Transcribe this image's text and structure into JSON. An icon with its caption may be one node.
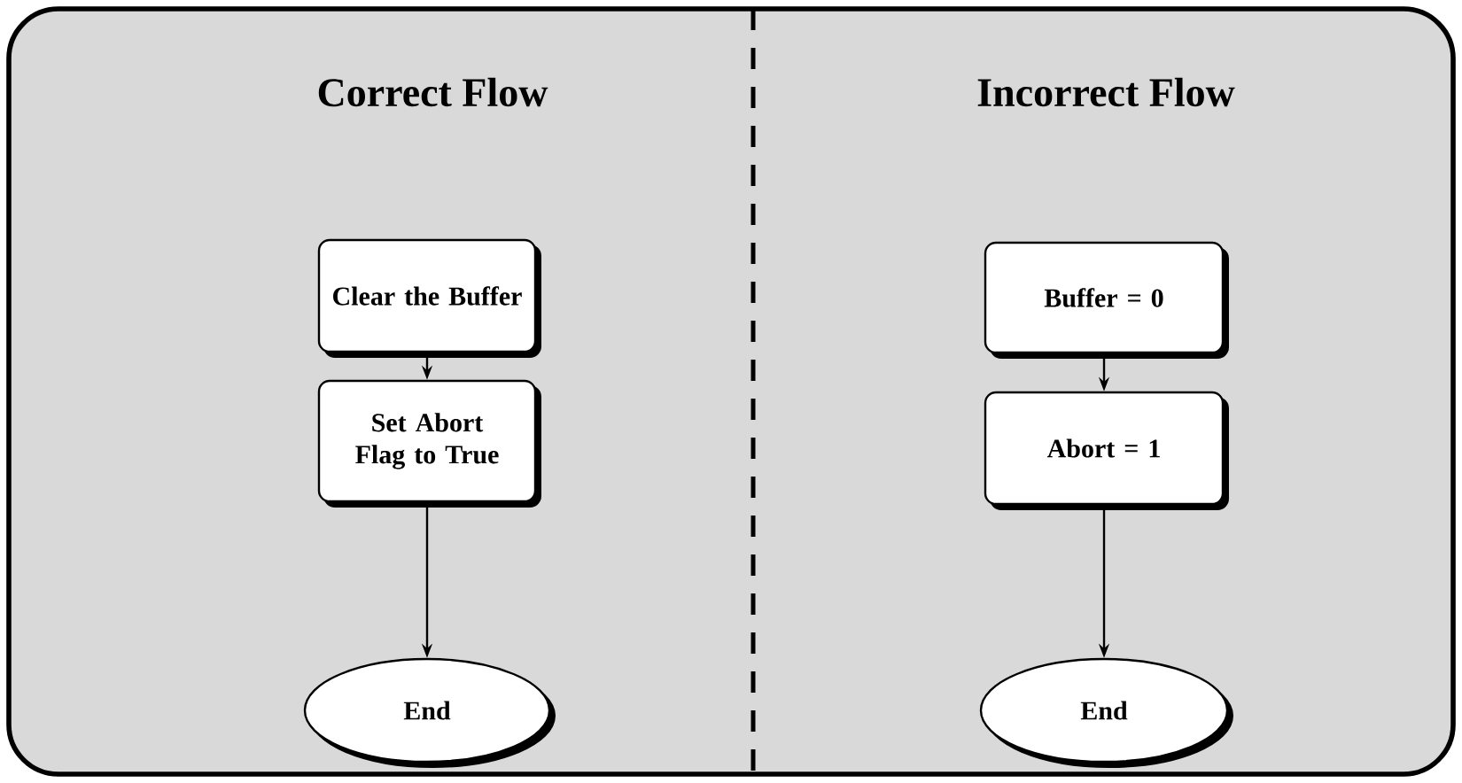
{
  "diagram": {
    "nodes": [
      {
        "text": [
          "Clear the Buffer"
        ]
      },
      {
        "text": [
          "Set Abort Flag to True"
        ]
      },
      {
        "text": [
          "End"
        ]
      },
      {
        "text": [
          "Buffer = 0"
        ]
      },
      {
        "text": [
          "Abort = 1"
        ]
      },
      {
        "text": [
          "End"
        ]
      }
    ],
    "edges": [
      {
        "from": 0,
        "to": 1,
        "arrow": "to"
      },
      {
        "from": 1,
        "to": 2,
        "arrow": "to"
      },
      {
        "from": 3,
        "to": 4,
        "arrow": "to"
      },
      {
        "from": 4,
        "to": 5,
        "arrow": "to"
      }
    ],
    "labels": [
      "Correct Flow",
      "Incorrect Flow"
    ]
  }
}
